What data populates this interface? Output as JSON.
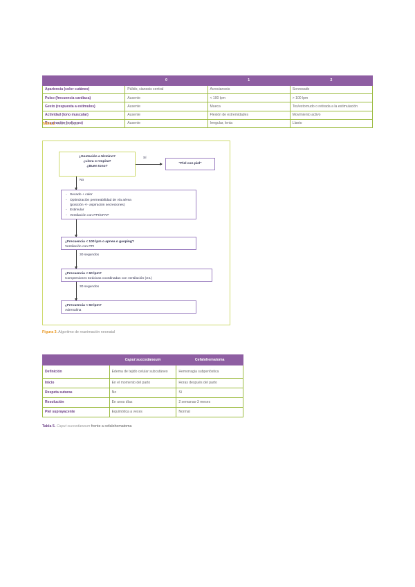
{
  "apgar": {
    "caption_lead": "Tabla 1.",
    "caption_body": "Test de Apgar",
    "headers": [
      "",
      "0",
      "1",
      "2"
    ],
    "rows": [
      {
        "label": "Apariencia (color cutáneo)",
        "c0": "Pálido, cianosis central",
        "c1": "Acrocianosis",
        "c2": "Sonrosado"
      },
      {
        "label": "Pulso (frecuencia cardiaca)",
        "c0": "Ausente",
        "c1": "< 100 lpm",
        "c2": "> 100 lpm"
      },
      {
        "label": "Gesto (respuesta a estímulos)",
        "c0": "Ausente",
        "c1": "Mueca",
        "c2": "Tos/estornudo o retirada a la estimulación"
      },
      {
        "label": "Actividad (tono muscular)",
        "c0": "Ausente",
        "c1": "Flexión de extremidades",
        "c2": "Movimiento activo"
      },
      {
        "label": "Respiración (esfuerzo)",
        "c0": "Ausente",
        "c1": "Irregular, lenta",
        "c2": "Llanto"
      }
    ]
  },
  "figure3": {
    "caption_lead": "Figura 3.",
    "caption_body": "Algoritmo de reanimación neonatal",
    "start_box": {
      "line1": "¿Gestación a término?",
      "line2": "¿Llora o respira?",
      "line3": "¿Buen tono?"
    },
    "yes_label": "Sí",
    "no_label": "No",
    "skin_box": "\"Piel con piel\"",
    "steps_box": {
      "items": [
        "Secado + calor",
        "Optimización permeabilidad de vía aérea",
        "Estimular",
        "Ventilación con PPI/CPAP"
      ],
      "item2_sub": "(posición +/- aspiración secreciones)"
    },
    "box2": {
      "title": "¿Frecuencia < 100 lpm o apnea o gasping?",
      "detail": "Ventilación con PPI"
    },
    "timer1": "30 segundos",
    "box3": {
      "title": "¿Frecuencia < 60 lpm?",
      "detail": "Compresiones torácicas coordinadas con ventilación (3:1)"
    },
    "timer2": "30 segundos",
    "box4": {
      "title": "¿Frecuencia < 60 lpm?",
      "detail": "Adrenalina"
    }
  },
  "caput": {
    "caption_lead": "Tabla 5.",
    "caption_ital": "Caput succedaneum",
    "caption_body": " frente a cefalohematoma",
    "headers": [
      "",
      "Caput succedaneum",
      "Cefalohematoma"
    ],
    "rows": [
      {
        "label": "Definición",
        "caput": "Edema de tejido celular subcutáneo",
        "cefalo": "Hemorragia subperióstica"
      },
      {
        "label": "Inicio",
        "caput": "En el momento del parto",
        "cefalo": "Horas después del parto"
      },
      {
        "label": "Respeta suturas",
        "caput": "No",
        "cefalo": "Sí"
      },
      {
        "label": "Resolución",
        "caput": "En unos días",
        "cefalo": "2 semanas-3 meses"
      },
      {
        "label": "Piel suprayacente",
        "caput": "Equimótica a veces",
        "cefalo": "Normal"
      }
    ]
  }
}
